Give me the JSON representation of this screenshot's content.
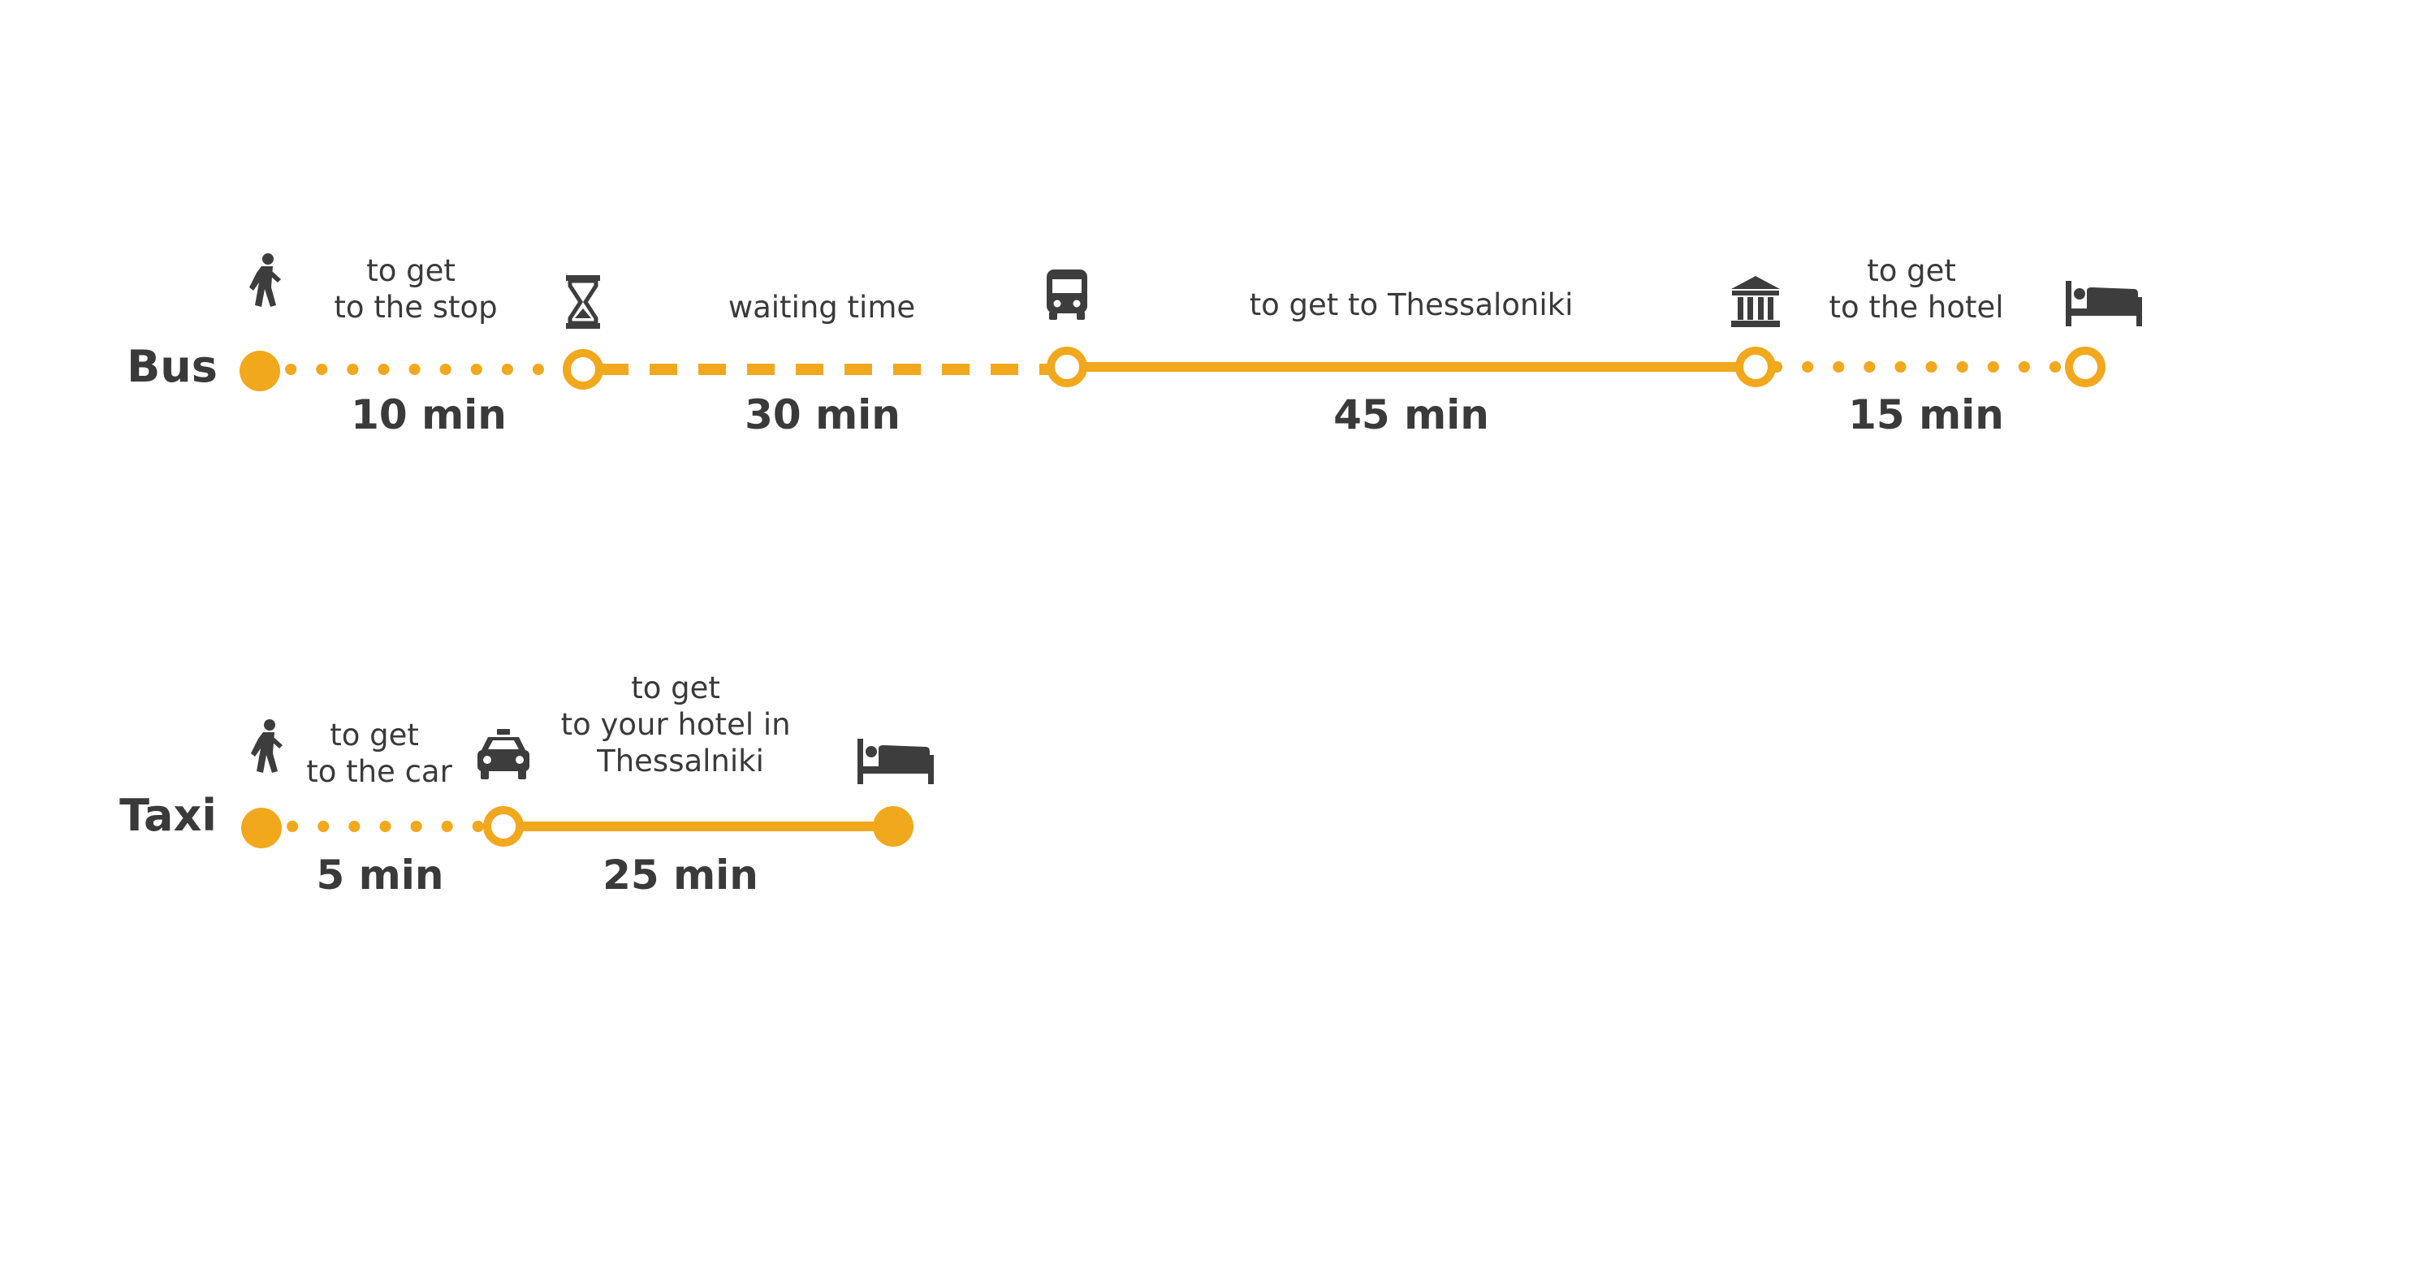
{
  "colors": {
    "accent": "#F2A81D",
    "text": "#3a3a3a",
    "icon": "#3d3d3d"
  },
  "bus": {
    "label": "Bus",
    "segments": [
      {
        "icon": "pedestrian-icon",
        "desc_lines": [
          "to get",
          "to the stop"
        ],
        "duration": "10 min",
        "style": "dotted"
      },
      {
        "icon": "hourglass-icon",
        "desc_lines": [
          "waiting time"
        ],
        "duration": "30 min",
        "style": "dashed"
      },
      {
        "icon": "bus-icon",
        "desc_lines": [
          "to get to Thessaloniki"
        ],
        "duration": "45 min",
        "style": "solid"
      },
      {
        "icon": "museum-icon",
        "desc_lines": [
          "to get",
          "to the hotel"
        ],
        "duration": "15 min",
        "style": "dotted"
      }
    ],
    "end_icon": "bed-icon"
  },
  "taxi": {
    "label": "Taxi",
    "segments": [
      {
        "icon": "pedestrian-icon",
        "desc_lines": [
          "to get",
          "to the car"
        ],
        "duration": "5 min",
        "style": "dotted"
      },
      {
        "icon": "taxi-icon",
        "desc_lines": [
          "to get",
          "to your hotel in",
          "Thessalniki"
        ],
        "duration": "25 min",
        "style": "solid"
      }
    ],
    "end_icon": "bed-icon"
  }
}
